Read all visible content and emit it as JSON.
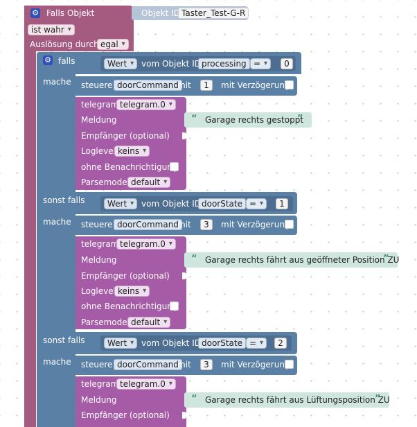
{
  "top": {
    "falls_objekt": "Falls Objekt",
    "objekt_id_label": "Objekt ID",
    "objekt_id_value": "Taster_Test-G-R",
    "ist_wahr": "ist wahr",
    "ausloesung": "Auslösung durch",
    "egal": "egal"
  },
  "if_block": {
    "falls": "falls",
    "mache": "mache",
    "sonst_falls": "sonst falls"
  },
  "conditions": [
    {
      "wert": "Wert",
      "vom_objekt": "vom Objekt ID",
      "object": "processing",
      "op": "=",
      "value": "0"
    },
    {
      "wert": "Wert",
      "vom_objekt": "vom Objekt ID",
      "object": "doorState",
      "op": "=",
      "value": "1"
    },
    {
      "wert": "Wert",
      "vom_objekt": "vom Objekt ID",
      "object": "doorState",
      "op": "=",
      "value": "2"
    }
  ],
  "actions": [
    {
      "steuere": "steuere",
      "target": "doorCommand",
      "mit": "mit",
      "value": "1",
      "verzoegerung": "mit Verzögerung"
    },
    {
      "steuere": "steuere",
      "target": "doorCommand",
      "mit": "mit",
      "value": "3",
      "verzoegerung": "mit Verzögerung"
    },
    {
      "steuere": "steuere",
      "target": "doorCommand",
      "mit": "mit",
      "value": "3",
      "verzoegerung": "mit Verzögerung"
    }
  ],
  "telegrams": [
    {
      "telegram": "telegram",
      "instance": "telegram.0",
      "meldung": "Meldung",
      "message": "Garage rechts gestoppt",
      "empfaenger": "Empfänger (optional)",
      "loglevel": "Loglevel",
      "loglevel_value": "keins",
      "ohne": "ohne Benachrichtigung",
      "parsemode": "Parsemode",
      "parsemode_value": "default"
    },
    {
      "telegram": "telegram",
      "instance": "telegram.0",
      "meldung": "Meldung",
      "message": "Garage rechts fährt aus geöffneter Position ZU",
      "empfaenger": "Empfänger (optional)",
      "loglevel": "Loglevel",
      "loglevel_value": "keins",
      "ohne": "ohne Benachrichtigung",
      "parsemode": "Parsemode",
      "parsemode_value": "default"
    },
    {
      "telegram": "telegram",
      "instance": "telegram.0",
      "meldung": "Meldung",
      "message": "Garage rechts fährt aus Lüftungsposition ZU",
      "empfaenger": "Empfänger (optional)"
    }
  ],
  "quote_open": "“",
  "quote_close": "”",
  "colors": {
    "trigger": "#a55b80",
    "logic": "#5b80a5",
    "telegram": "#a55ba5",
    "text_block": "#cfe6df"
  }
}
